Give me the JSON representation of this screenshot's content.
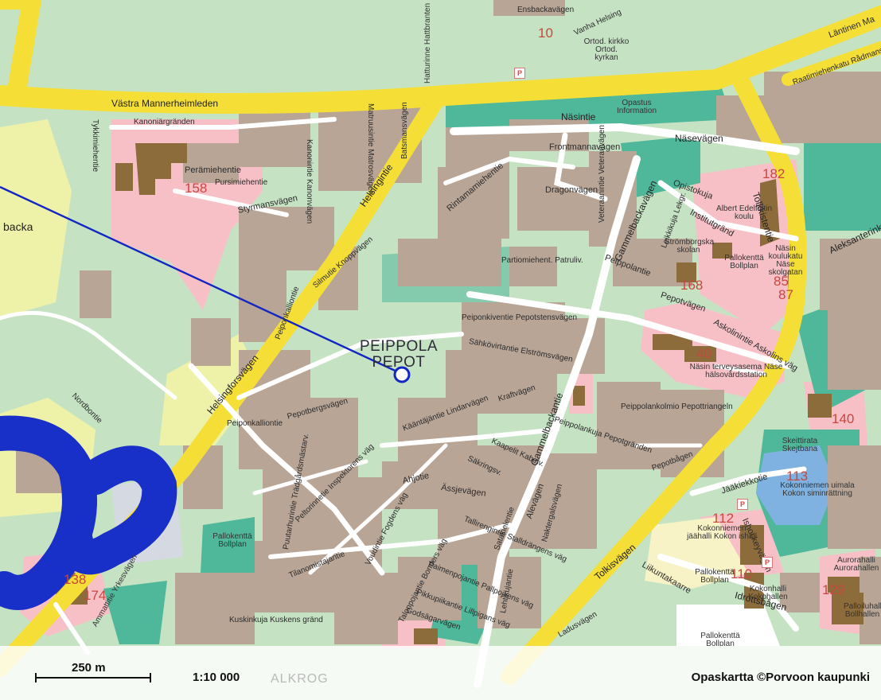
{
  "map": {
    "poi": {
      "name_fi": "PEIPPOLA",
      "name_sv": "PEPOT"
    },
    "scale_label": "250 m",
    "ratio": "1:10 000",
    "attribution": "Opaskartta ©Porvoon kaupunki",
    "ghost_text": "ALKROG",
    "colors": {
      "green": "#c5e3c3",
      "building_brown": "#b9a596",
      "road_yellow": "#f5df37",
      "pink_area": "#f7c0c7",
      "teal_area": "#4fb79a",
      "water_blue": "#7fb2e0",
      "marker_blue": "#1226c4",
      "logo_blue": "#1930c8"
    },
    "streets": [
      {
        "id": "vastra",
        "text": "Västra Mannerheimleden"
      },
      {
        "id": "kanoniar",
        "text": "Kanoniärgränden"
      },
      {
        "id": "helsingintie",
        "text": "Helsingintie"
      },
      {
        "id": "helsingforsvagen",
        "text": "Helsingforsvägen"
      },
      {
        "id": "naesintie",
        "text": "Näsintie"
      },
      {
        "id": "nasevagen",
        "text": "Näsevägen"
      },
      {
        "id": "tolkkistentie",
        "text": "Tolkkistentie"
      },
      {
        "id": "styrmansvagen",
        "text": "Styrmansvägen"
      },
      {
        "id": "peramiehentie",
        "text": "Perämiehentie"
      },
      {
        "id": "pursimiehentie",
        "text": "Pursimiehentie"
      },
      {
        "id": "frontmannavagen",
        "text": "Frontmannavägen"
      },
      {
        "id": "rintamamiehentie",
        "text": "Rintamamiehentie"
      },
      {
        "id": "dragonvagen",
        "text": "Dragonvägen"
      },
      {
        "id": "gammelbackavagen",
        "text": "Gammelbackavägen"
      },
      {
        "id": "gammelbackantie",
        "text": "Gammelbackantie"
      },
      {
        "id": "opistokuja",
        "text": "Opistokuja"
      },
      {
        "id": "institutgrand",
        "text": "Institutgränd"
      },
      {
        "id": "peippolantie",
        "text": "Peippolantie"
      },
      {
        "id": "pepotvagen",
        "text": "Pepotvägen"
      },
      {
        "id": "partiomieh",
        "text": "Partiomiehent. Patruliv."
      },
      {
        "id": "pepotstensvagen",
        "text": "Peiponkiventie Pepotstensvägen"
      },
      {
        "id": "elstomsvagen",
        "text": "Sähkövirtantie Elströmsvägen"
      },
      {
        "id": "silmutie",
        "text": "Silmutie Knoppvägen"
      },
      {
        "id": "askolinintie",
        "text": "Askolinintie Askolins väg"
      },
      {
        "id": "kraftvagen",
        "text": "Kraftvägen"
      },
      {
        "id": "ahjotie",
        "text": "Ahjotie"
      },
      {
        "id": "assjevagen",
        "text": "Ässjevägen"
      },
      {
        "id": "alevagen",
        "text": "Alevägen"
      },
      {
        "id": "tolkisvagen",
        "text": "Tolkisvägen"
      },
      {
        "id": "idrottsbagen",
        "text": "Idrottsbågen"
      },
      {
        "id": "liikuntakaarre",
        "text": "Liikuntakaarre"
      },
      {
        "id": "ishockeyvagen",
        "text": "Ishockeyvägen"
      },
      {
        "id": "jaakiekkotie",
        "text": "Jääkiekkotie"
      },
      {
        "id": "pepottriangeln",
        "text": "Peippolankolmio Pepottriangeln"
      },
      {
        "id": "pepotbagen",
        "text": "Pepotbågen"
      },
      {
        "id": "peiponkallio",
        "text": "Peiponkalliontie"
      },
      {
        "id": "pepotbergsvagen",
        "text": "Pepotbergsvägen"
      },
      {
        "id": "inspektorens",
        "text": "Peltorinnetie Inspektorens väg"
      },
      {
        "id": "tilanomistaja",
        "text": "Tilanomistajantie"
      },
      {
        "id": "fogdens",
        "text": "Voudintie Fogdens väg"
      },
      {
        "id": "bonders",
        "text": "Talonpojantie Bonders väg"
      },
      {
        "id": "stalldrangens",
        "text": "Tallirengintie Stalldrängens väg"
      },
      {
        "id": "pallpojkens",
        "text": "Paimenpojantie Pallpojkens väg"
      },
      {
        "id": "lillpigans",
        "text": "Pikkupiikantie Lillpigans väg"
      },
      {
        "id": "godsagarvagen",
        "text": "Godsägarvägen"
      },
      {
        "id": "satakieli",
        "text": "Satakielentie"
      },
      {
        "id": "naktergalsvagen",
        "text": "Naktergalsvägen"
      },
      {
        "id": "lehtikujantie",
        "text": "Lehtikujantie"
      },
      {
        "id": "lindarvagen",
        "text": "Kääntäjäntie Lindarvägen"
      },
      {
        "id": "sakrings",
        "text": "Säkringsv."
      },
      {
        "id": "kabelv",
        "text": "Kaapelit Kabelv."
      },
      {
        "id": "peippolankuja",
        "text": "Peippolankuja Pepotgränden"
      },
      {
        "id": "laduvagen",
        "text": "Ladusvägen"
      },
      {
        "id": "leikkikuja",
        "text": "Leikkikuja Lekgr."
      },
      {
        "id": "veteraanintie",
        "text": "Veteraanintie Veteranvägen"
      },
      {
        "id": "kanonvagen",
        "text": "Kanonintie Kanonvägen"
      },
      {
        "id": "matruusintie",
        "text": "Matruusintie Matrosvägen"
      },
      {
        "id": "batsmansvagen",
        "text": "Batsmansvägen"
      },
      {
        "id": "tykkimiehentie",
        "text": "Tykkimiehentie"
      },
      {
        "id": "aleksanterinkatu",
        "text": "Aleksanterinkatu"
      },
      {
        "id": "raatimiehenkatu",
        "text": "Raatimiehenkatu Rådmansgatan"
      },
      {
        "id": "laentinen",
        "text": "Läntinen Ma"
      },
      {
        "id": "vanhahelsing",
        "text": "Vanha Helsing"
      },
      {
        "id": "ensbackavagen",
        "text": "Ensbackavägen"
      },
      {
        "id": "nordbontie",
        "text": "Nordbontie"
      },
      {
        "id": "kuskens",
        "text": "Kuskinkuja Kuskens gränd"
      },
      {
        "id": "trangard",
        "text": "Puutarhurintie Trädgårdsmästarv."
      },
      {
        "id": "porkallio",
        "text": "Peiponkalliontie"
      },
      {
        "id": "backa",
        "text": "backa"
      }
    ],
    "numbers": [
      {
        "id": "n10",
        "text": "10"
      },
      {
        "id": "n158",
        "text": "158"
      },
      {
        "id": "n182",
        "text": "182"
      },
      {
        "id": "n168",
        "text": "168"
      },
      {
        "id": "n85",
        "text": "85"
      },
      {
        "id": "n87",
        "text": "87"
      },
      {
        "id": "n40",
        "text": "40"
      },
      {
        "id": "n140",
        "text": "140"
      },
      {
        "id": "n113",
        "text": "113"
      },
      {
        "id": "n112",
        "text": "112"
      },
      {
        "id": "n110",
        "text": "110"
      },
      {
        "id": "n129",
        "text": "129"
      },
      {
        "id": "n138",
        "text": "138"
      },
      {
        "id": "n174",
        "text": "174"
      }
    ],
    "places": [
      {
        "id": "kirkko",
        "text": "Ortod. kirkko Ortod. kyrkan"
      },
      {
        "id": "opastus",
        "text": "Opastus Information"
      },
      {
        "id": "edelfelt",
        "text": "Albert Edelfeltin koulu"
      },
      {
        "id": "stromborg",
        "text": "Strömborgska skolan"
      },
      {
        "id": "nasinkoulu",
        "text": "Näsin koulukatu Näse skolgatan"
      },
      {
        "id": "pallo1",
        "text": "Pallokenttä Bollplan"
      },
      {
        "id": "terveys",
        "text": "Näsin terveysasema Näse hälsovårdsstation"
      },
      {
        "id": "skeittirata",
        "text": "Skeittirata Skejtbana"
      },
      {
        "id": "uimala",
        "text": "Kokonniemen uimala Kokon siminrättning"
      },
      {
        "id": "jaahalli",
        "text": "Kokonniemen jäähalli Kokon ishall"
      },
      {
        "id": "kokonhalli",
        "text": "Kokonhalli Kokohallen"
      },
      {
        "id": "pallo2",
        "text": "Pallokenttä Bollplan"
      },
      {
        "id": "pallo3",
        "text": "Pallokenttä Bollplan"
      },
      {
        "id": "pallo4",
        "text": "Pallokenttä Bollplan"
      },
      {
        "id": "palloilu",
        "text": "Palloiluhalli Bollhallen"
      },
      {
        "id": "aurora",
        "text": "Aurorahalli Aurorahallen"
      },
      {
        "id": "hattur",
        "text": "Hatturinne Hattbranten"
      },
      {
        "id": "ammattiopisto",
        "text": "Ammattitie Yrkesvägen"
      }
    ]
  }
}
